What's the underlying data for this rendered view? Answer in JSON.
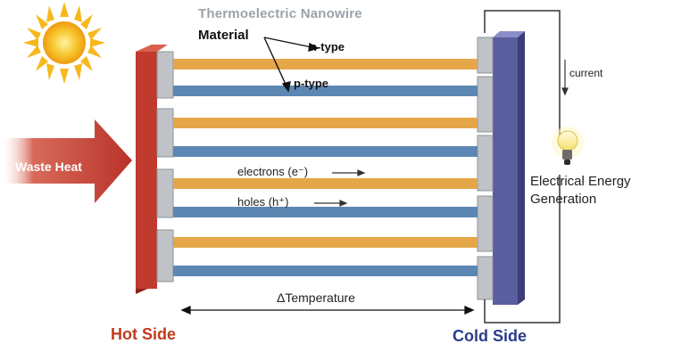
{
  "diagram": {
    "title": "Thermoelectric Nanowire",
    "material_label": "Material",
    "n_type_label": "n-type",
    "p_type_label": "p-type",
    "electrons_label": "electrons (e⁻)",
    "holes_label": "holes (h⁺)",
    "delta_temperature_label": "ΔTemperature",
    "current_label": "current",
    "energy_label_line1": "Electrical Energy",
    "energy_label_line2": "Generation",
    "waste_heat_label": "Waste Heat",
    "hot_side_label": "Hot Side",
    "cold_side_label": "Cold Side"
  },
  "colors": {
    "n_type": "#e5a64a",
    "p_type": "#5d87b3",
    "hot_plate": "#c03a2e",
    "cold_plate": "#5a5d9e",
    "connector": "#bfc3c7",
    "arrow": "#b8322a",
    "sun": "#f6b21b",
    "hot_text": "#c13b1d",
    "cold_text": "#2b3c8c"
  },
  "icons": [
    "sun-icon",
    "waste-heat-arrow-icon",
    "light-bulb-icon"
  ]
}
